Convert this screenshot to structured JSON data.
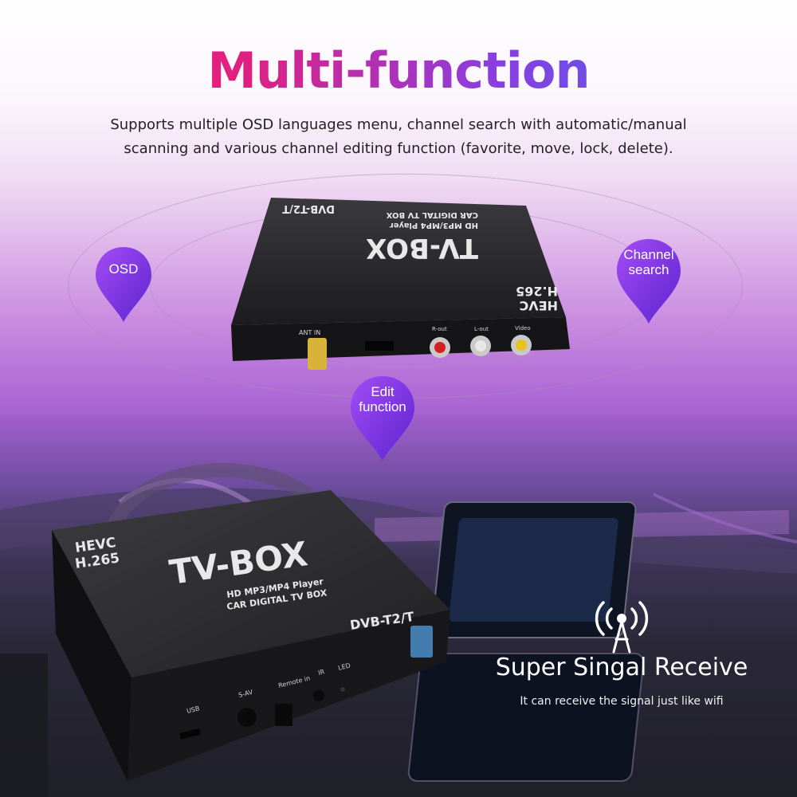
{
  "header": {
    "title": "Multi-function",
    "subtitle_line1": "Supports multiple OSD languages menu, channel search with automatic/manual",
    "subtitle_line2": "scanning and various channel editing function (favorite, move, lock, delete)."
  },
  "pins": {
    "osd": "OSD",
    "channel_line1": "Channel",
    "channel_line2": "search",
    "edit_line1": "Edit",
    "edit_line2": "function"
  },
  "device_top": {
    "model": "DVB-T2/T",
    "player_line": "HD MP3/MP4 Player",
    "box_line": "CAR DIGITAL TV BOX",
    "brand": "TV-BOX",
    "codec1": "HEVC",
    "codec2": "H.265",
    "ant_label": "ANT IN",
    "r_label": "R-out",
    "l_label": "L-out",
    "video_label": "Video"
  },
  "device_bottom": {
    "codec1": "HEVC",
    "codec2": "H.265",
    "brand": "TV-BOX",
    "player_line": "HD MP3/MP4 Player",
    "box_line": "CAR DIGITAL TV BOX",
    "model": "DVB-T2/T",
    "usb_label": "USB",
    "sav_label": "S-AV",
    "remote_label": "Remote in",
    "ir_label": "IR",
    "led_label": "LED"
  },
  "feature": {
    "title": "Super Singal Receive",
    "subtitle": "It can receive the signal just like wifi"
  },
  "colors": {
    "title_start": "#ff1f9a",
    "title_end": "#3a6df0",
    "pin_top": "#9b3cf0",
    "pin_bottom": "#6a2ad8"
  }
}
